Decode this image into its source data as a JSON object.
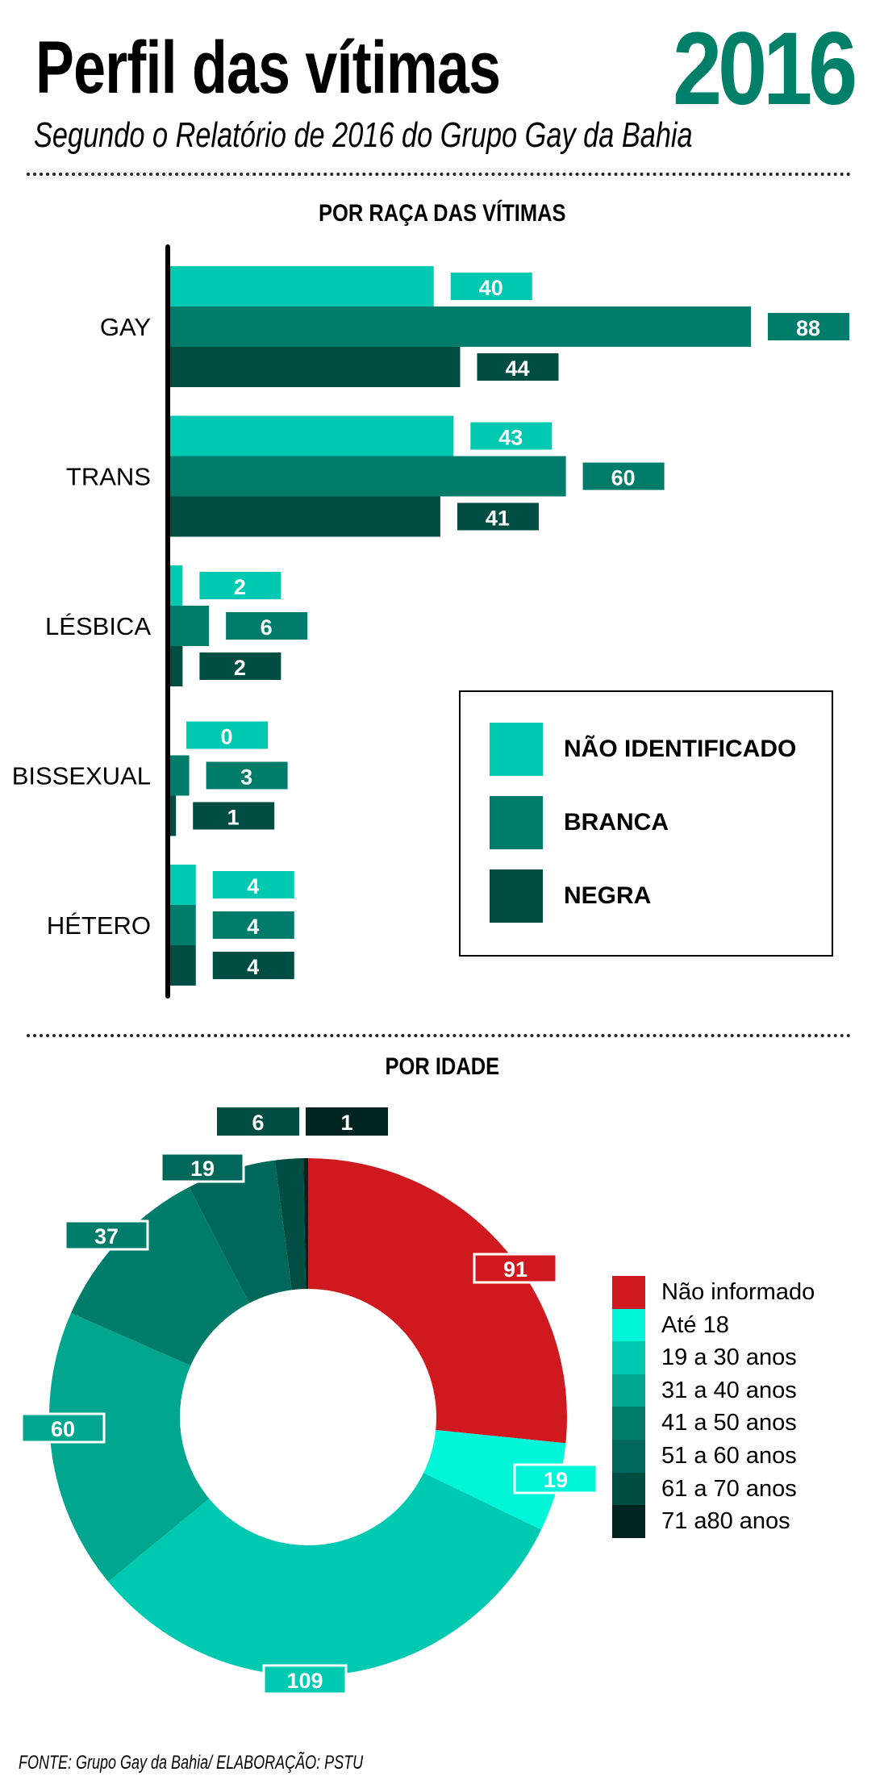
{
  "header": {
    "title": "Perfil das vítimas",
    "year": "2016",
    "subtitle": "Segundo o Relatório de 2016 do Grupo Gay da Bahia"
  },
  "colors": {
    "accent": "#008068",
    "nao_identificado": "#00c9b2",
    "branca": "#007c6a",
    "negra": "#004d43"
  },
  "chart_data": [
    {
      "type": "bar",
      "orientation": "horizontal",
      "title": "POR RAÇA DAS VÍTIMAS",
      "categories": [
        "GAY",
        "TRANS",
        "LÉSBICA",
        "BISSEXUAL",
        "HÉTERO"
      ],
      "series": [
        {
          "name": "NÃO IDENTIFICADO",
          "color": "#00c9b2",
          "values": [
            40,
            43,
            2,
            0,
            4
          ]
        },
        {
          "name": "BRANCA",
          "color": "#007c6a",
          "values": [
            88,
            60,
            6,
            3,
            4
          ]
        },
        {
          "name": "NEGRA",
          "color": "#004d43",
          "values": [
            44,
            41,
            2,
            1,
            4
          ]
        }
      ],
      "xlim": [
        0,
        88
      ],
      "legend_position": "bottom-right",
      "grid": false
    },
    {
      "type": "pie",
      "variant": "donut",
      "title": "POR IDADE",
      "slices": [
        {
          "label": "Não informado",
          "value": 91,
          "color": "#d0191f"
        },
        {
          "label": "Até 18",
          "value": 19,
          "color": "#00f5d9"
        },
        {
          "label": "19 a 30 anos",
          "value": 109,
          "color": "#00c9b2"
        },
        {
          "label": "31 a 40 anos",
          "value": 60,
          "color": "#00a68d"
        },
        {
          "label": "41 a 50 anos",
          "value": 37,
          "color": "#007c6a"
        },
        {
          "label": "51 a 60 anos",
          "value": 19,
          "color": "#00685a"
        },
        {
          "label": "61 a 70 anos",
          "value": 6,
          "color": "#004d43"
        },
        {
          "label": "71 a80 anos",
          "value": 1,
          "color": "#002520"
        }
      ],
      "legend_position": "right"
    }
  ],
  "footer": "FONTE: Grupo Gay da Bahia/ ELABORAÇÃO: PSTU"
}
